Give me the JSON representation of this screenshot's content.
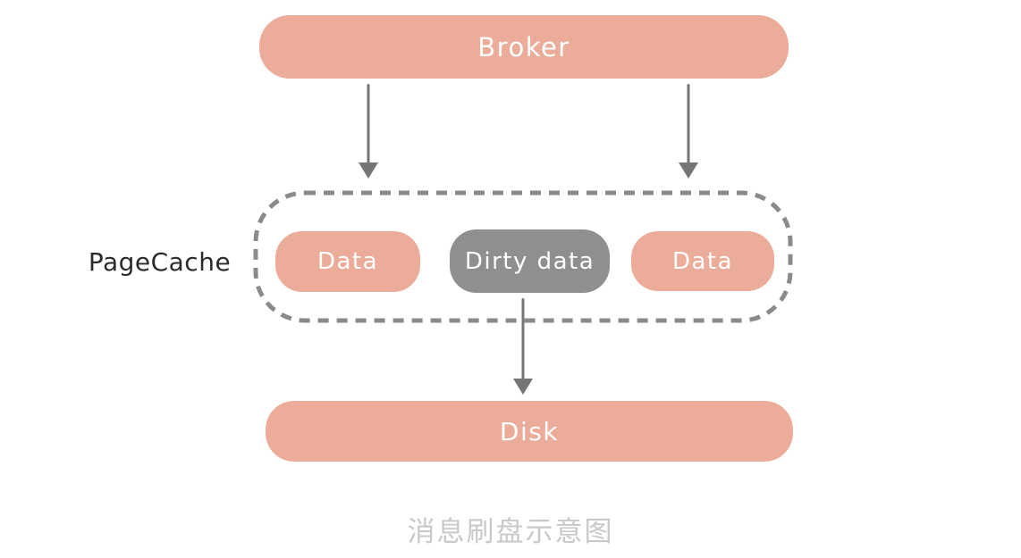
{
  "diagram": {
    "caption": "消息刷盘示意图",
    "nodes": {
      "broker": {
        "label": "Broker"
      },
      "pagecache": {
        "label": "PageCache"
      },
      "data_left": {
        "label": "Data"
      },
      "dirty_data": {
        "label": "Dirty data"
      },
      "data_right": {
        "label": "Data"
      },
      "disk": {
        "label": "Disk"
      }
    },
    "edges": [
      {
        "from": "broker",
        "to": "pagecache",
        "direction": "down"
      },
      {
        "from": "broker",
        "to": "pagecache",
        "direction": "down"
      },
      {
        "from": "dirty_data",
        "to": "disk",
        "direction": "down"
      }
    ],
    "colors": {
      "node_fill_salmon": "#ECAC9A",
      "node_fill_gray": "#8F8F8F",
      "node_text": "#FFFFFF",
      "pagecache_dashed_border": "#8A8A8A",
      "pagecache_label_text": "#2B2B2B",
      "arrow": "#757575",
      "caption_text": "#C9C9C9",
      "background": "#FFFFFF"
    }
  }
}
